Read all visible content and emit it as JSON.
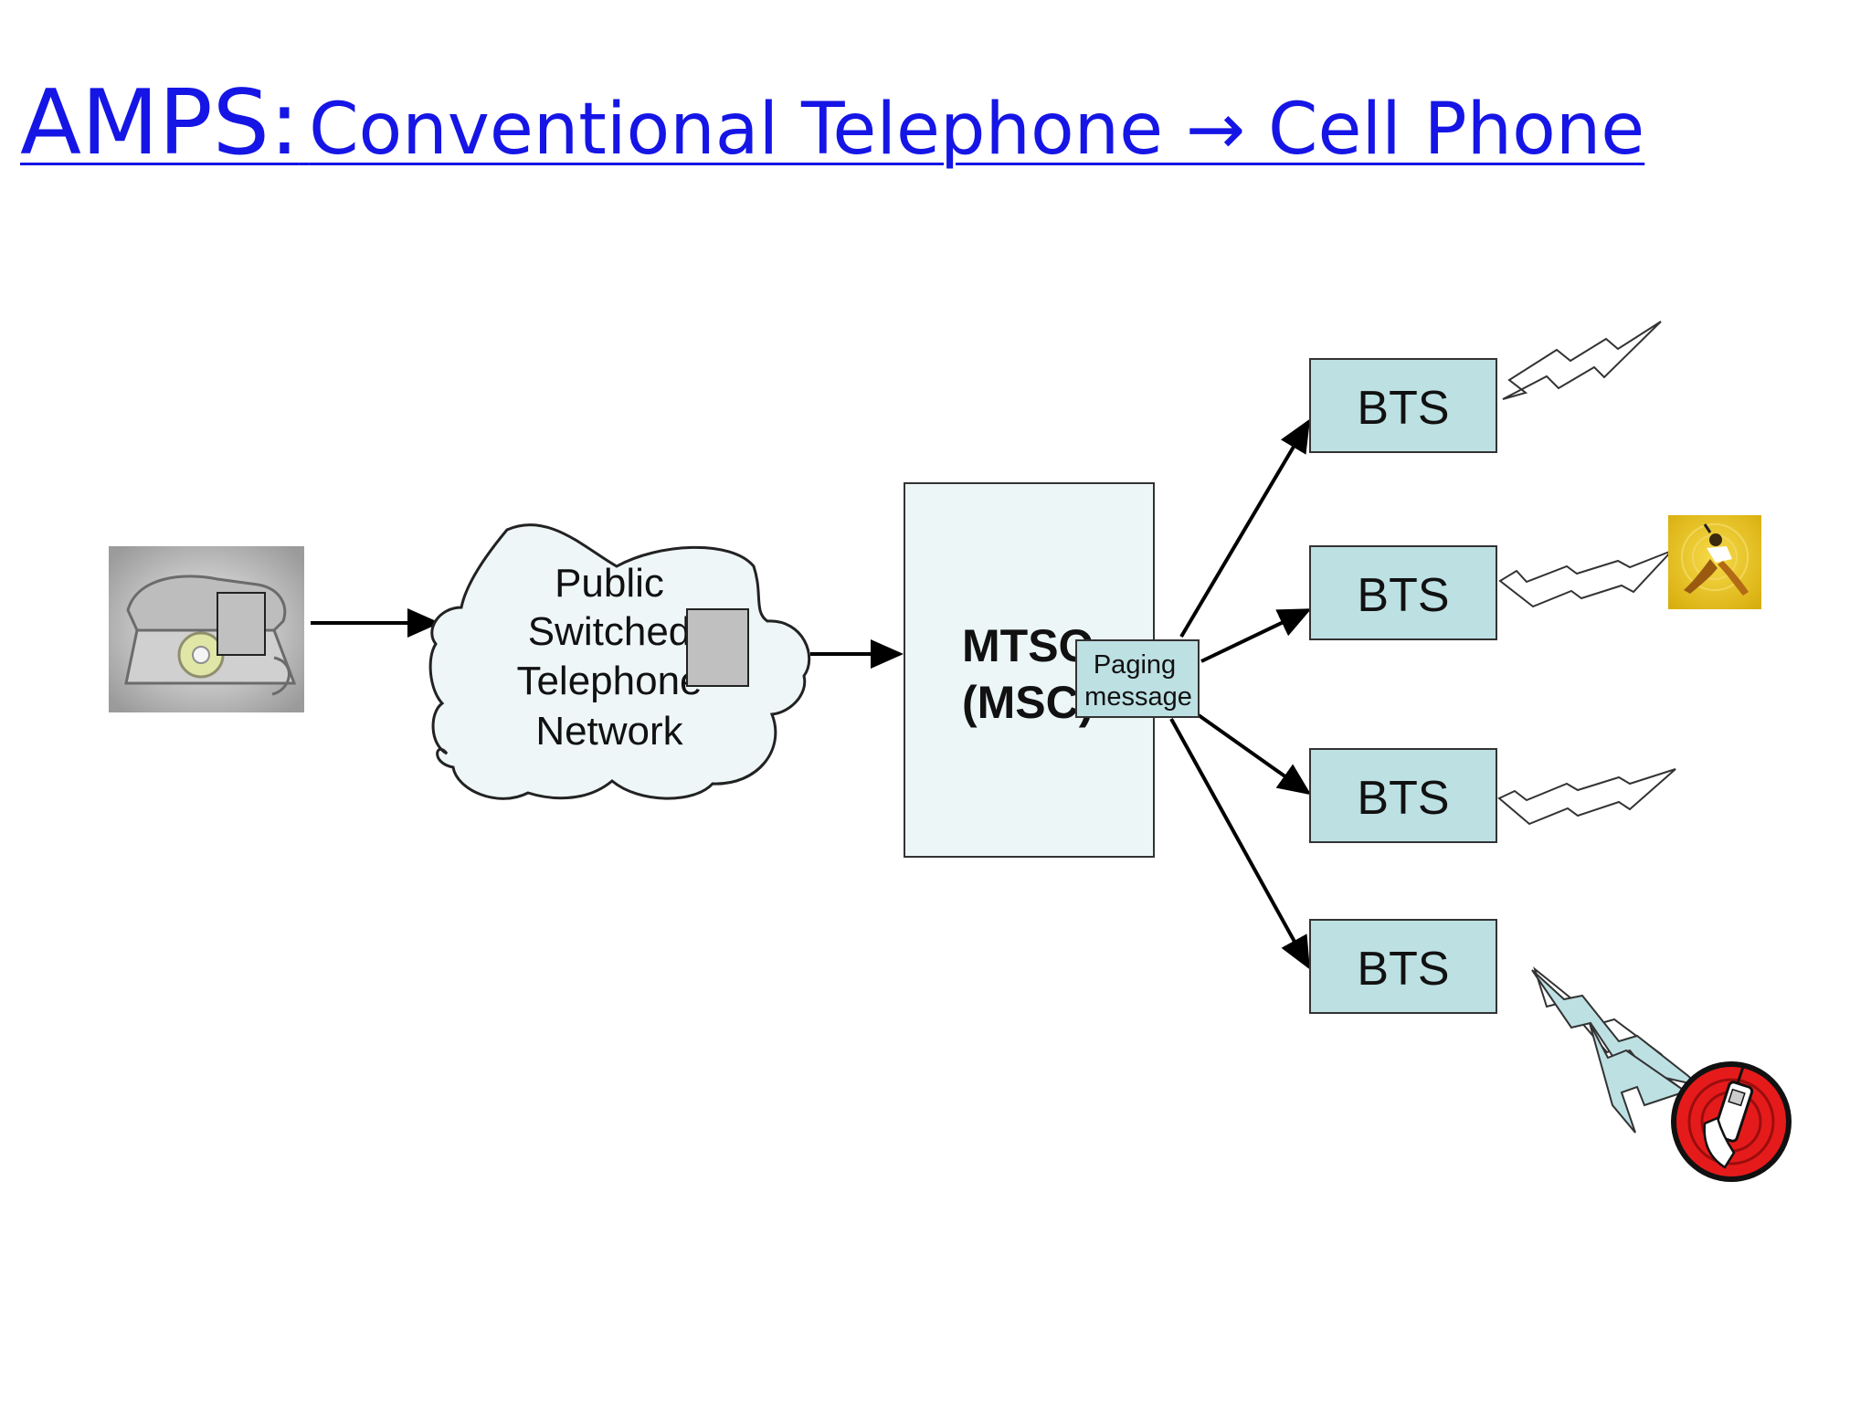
{
  "title": {
    "main": "AMPS:",
    "sub": "Conventional Telephone → Cell Phone"
  },
  "network": {
    "line1": "Public",
    "line2": "Switched",
    "line3": "Telephone",
    "line4": "Network"
  },
  "mtso": {
    "line1": "MTSO",
    "line2": "(MSC)"
  },
  "paging": {
    "line1": "Paging",
    "line2": "message"
  },
  "bts_label": "BTS",
  "icons": {
    "origin": "rotary-telephone-icon",
    "mobile_user": "running-person-with-phone-icon",
    "handset": "cell-phone-in-hand-icon",
    "radio": "lightning-bolt-icon"
  },
  "colors": {
    "title": "#1515e6",
    "box_fill": "#bde0e3",
    "cloud_fill": "#eef6f7",
    "placeholder_fill": "#c0c0c0",
    "phone_badge_red": "#e51b1b",
    "user_badge_yellow": "#e8c21c"
  }
}
